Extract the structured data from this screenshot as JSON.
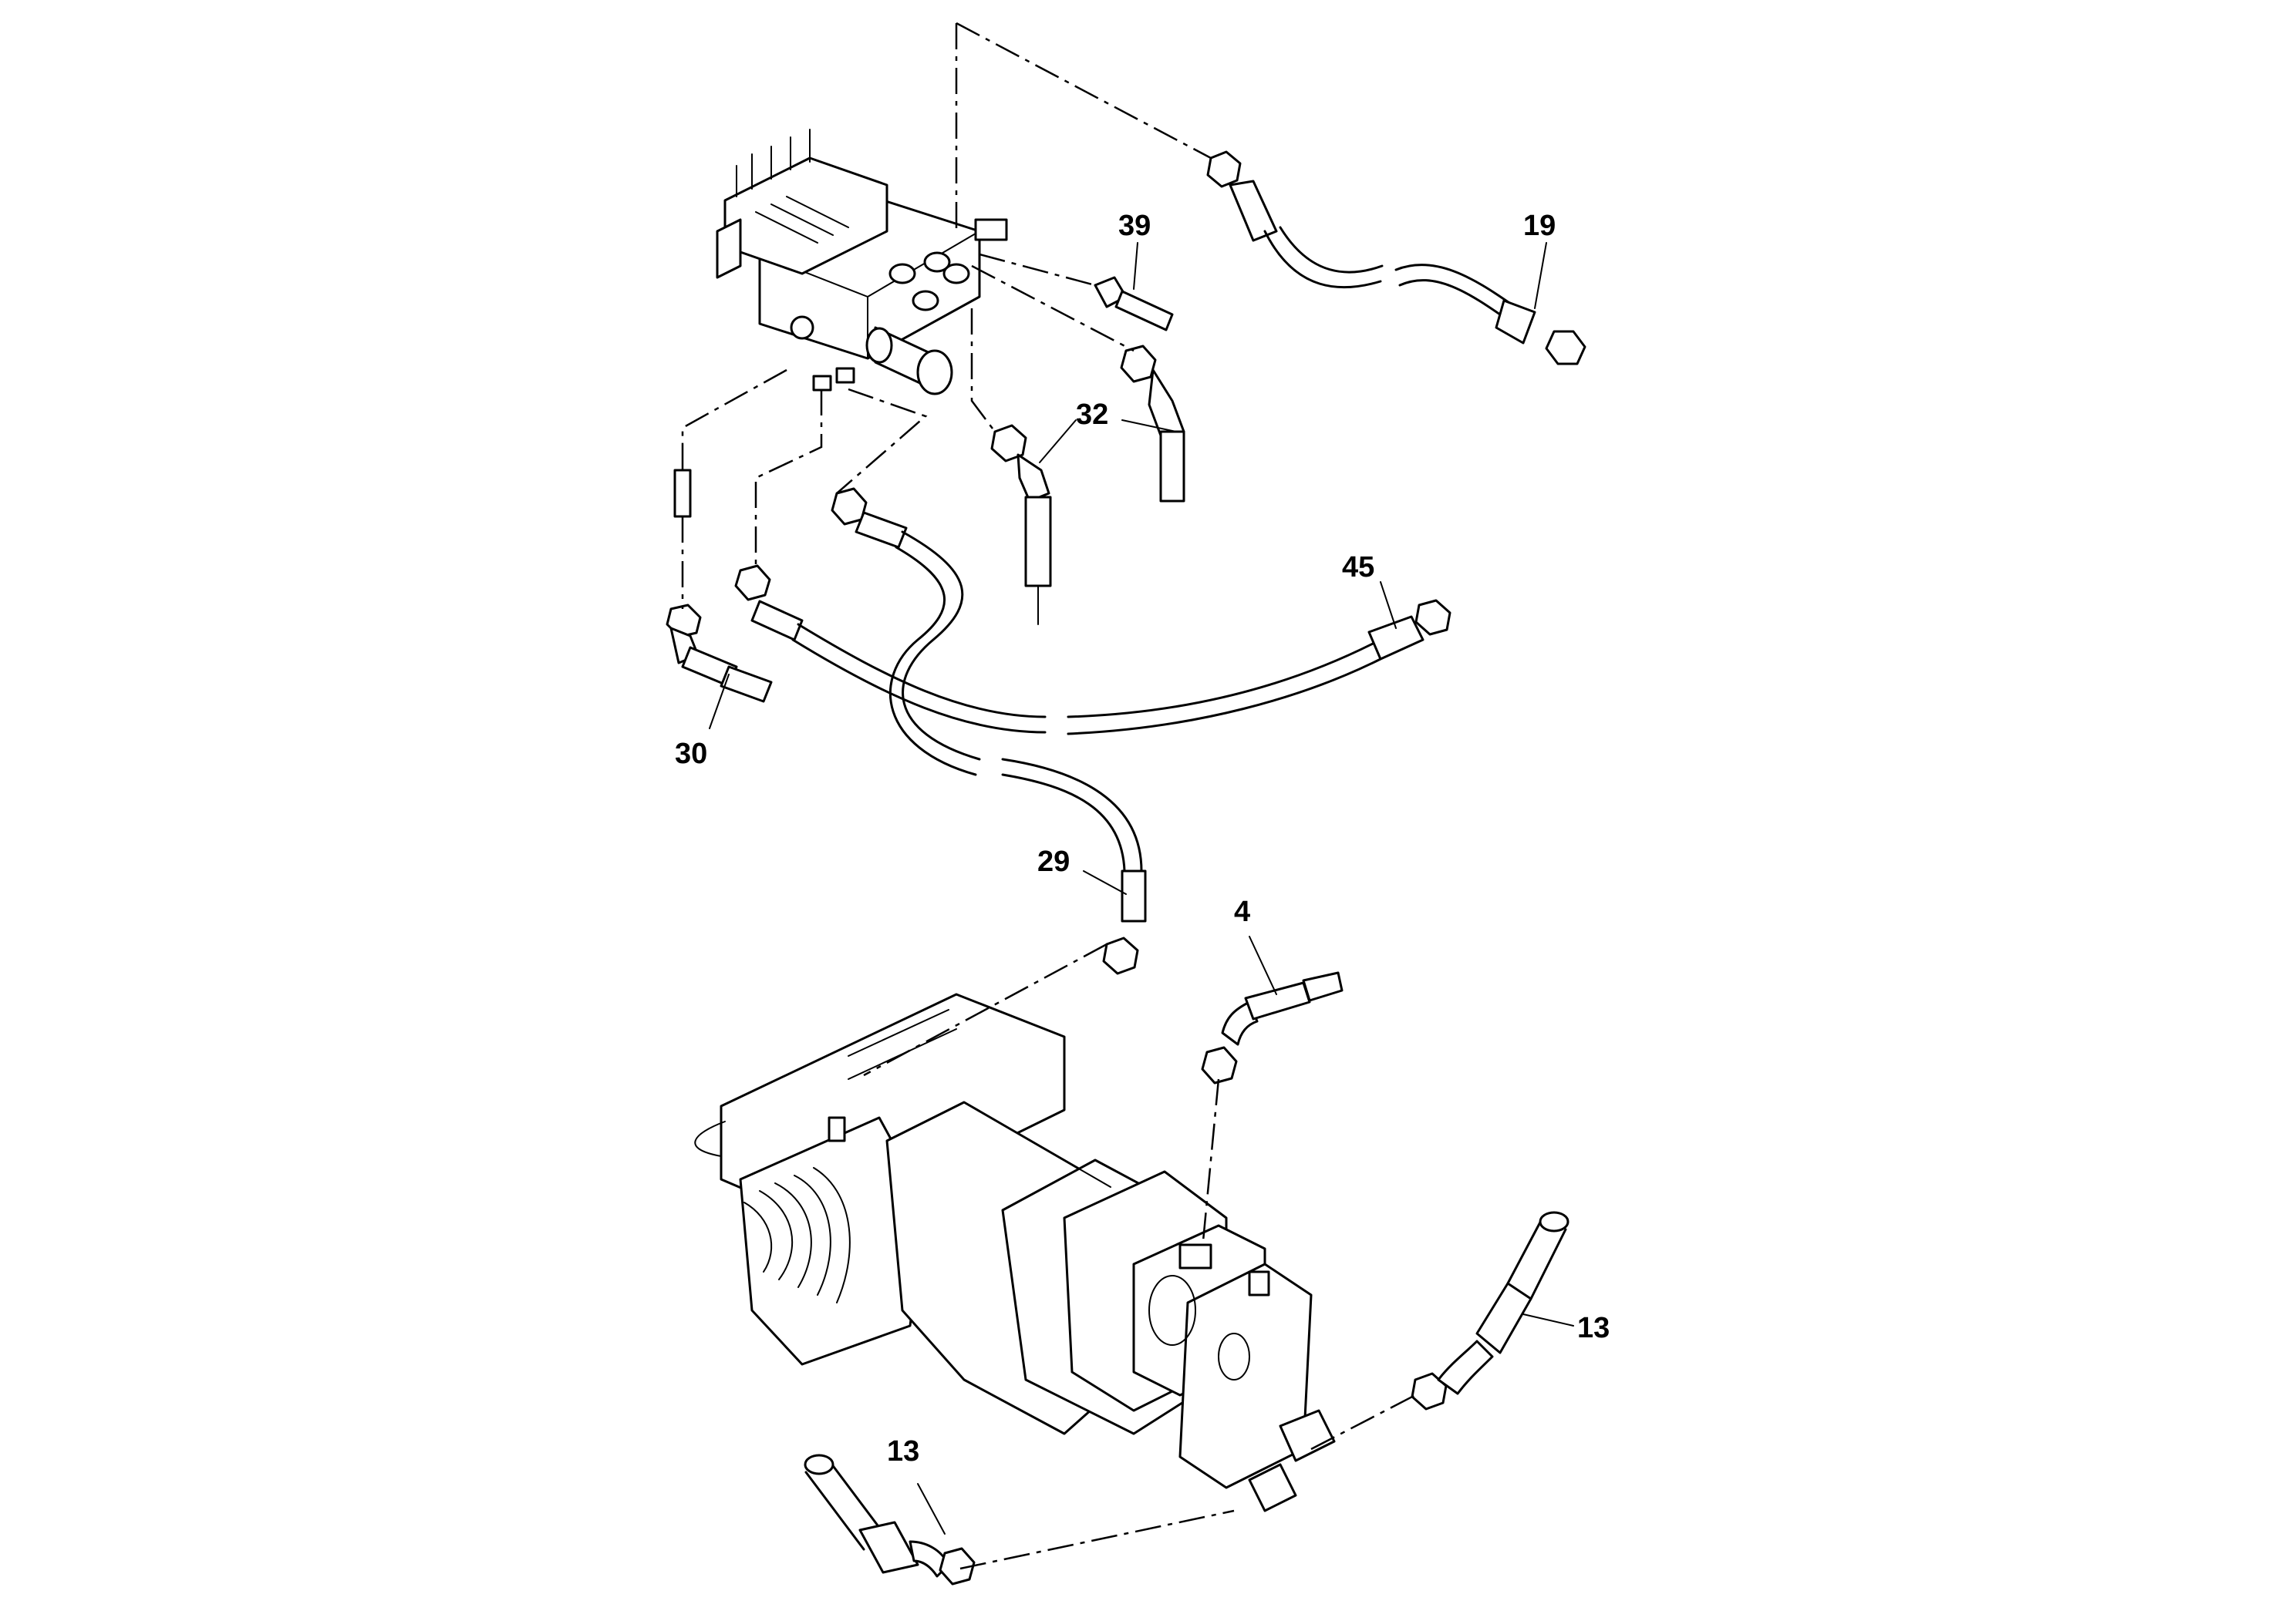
{
  "diagram": {
    "callouts": [
      {
        "id": "19",
        "label": "19"
      },
      {
        "id": "39",
        "label": "39"
      },
      {
        "id": "32",
        "label": "32"
      },
      {
        "id": "45",
        "label": "45"
      },
      {
        "id": "30",
        "label": "30"
      },
      {
        "id": "29",
        "label": "29"
      },
      {
        "id": "4",
        "label": "4"
      },
      {
        "id": "13a",
        "label": "13"
      },
      {
        "id": "13b",
        "label": "13"
      }
    ]
  },
  "colors": {
    "line": "#000000",
    "background": "#ffffff"
  }
}
